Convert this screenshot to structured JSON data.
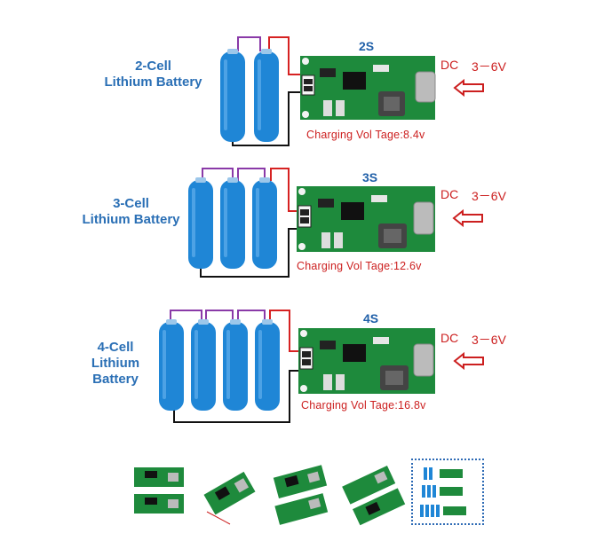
{
  "panels": [
    {
      "label_lines": [
        "2-Cell",
        "Lithium Battery"
      ],
      "board_title": "2S",
      "dc": "DC",
      "voltage": "3－6V",
      "charging": "Charging Vol Tage:8.4v",
      "cells": 2
    },
    {
      "label_lines": [
        "3-Cell",
        "Lithium Battery"
      ],
      "board_title": "3S",
      "dc": "DC",
      "voltage": "3－6V",
      "charging": "Charging Vol Tage:12.6v",
      "cells": 3
    },
    {
      "label_lines": [
        "4-Cell",
        "Lithium",
        "Battery"
      ],
      "board_title": "4S",
      "dc": "DC",
      "voltage": "3－6V",
      "charging": "Charging Vol Tage:16.8v",
      "cells": 4
    }
  ],
  "colors": {
    "battery": "#1f86d6",
    "board": "#1e8a3c",
    "wire_red": "#d62222",
    "wire_purple": "#8a3aa8",
    "wire_black": "#111111",
    "label_blue": "#2a6fb5",
    "accent_red": "#cc1f1f"
  },
  "thumbnails": [
    {
      "name": "thumb-boards-pair"
    },
    {
      "name": "thumb-board-dimension"
    },
    {
      "name": "thumb-board-top"
    },
    {
      "name": "thumb-board-angle"
    },
    {
      "name": "thumb-wiring-diagram",
      "selected": true
    }
  ]
}
